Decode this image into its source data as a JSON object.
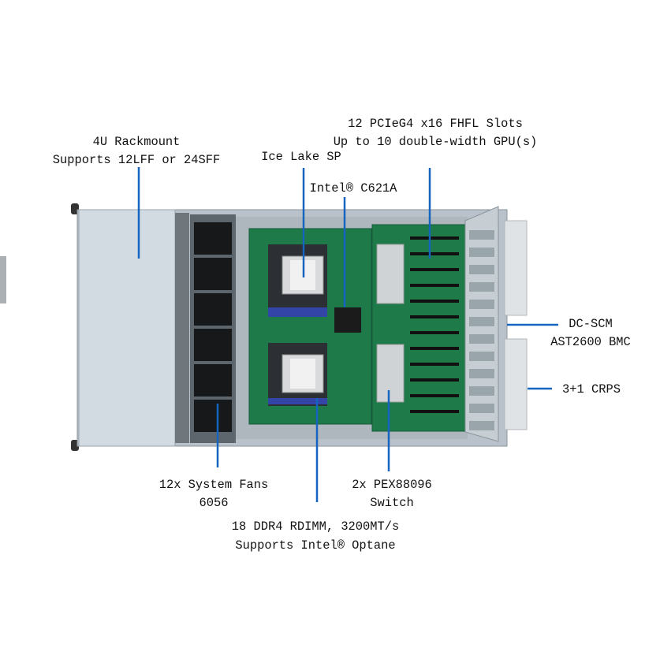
{
  "labels": {
    "rackmount": {
      "line1": "4U Rackmount",
      "line2": "Supports 12LFF or 24SFF"
    },
    "cpu": {
      "line1": "Ice Lake SP"
    },
    "chipset": {
      "line1": "Intel® C621A"
    },
    "pcie": {
      "line1": "12 PCIeG4 x16 FHFL Slots",
      "line2": "Up to 10 double-width  GPU(s)"
    },
    "bmc": {
      "line1": "DC-SCM",
      "line2": "AST2600 BMC"
    },
    "psu": {
      "line1": "3+1 CRPS"
    },
    "fans": {
      "line1": "12x System Fans",
      "line2": "6056"
    },
    "switch": {
      "line1": "2x PEX88096",
      "line2": "Switch"
    },
    "memory": {
      "line1": "18 DDR4 RDIMM, 3200MT/s",
      "line2": "Supports Intel® Optane"
    }
  },
  "colors": {
    "leader": "#1565c0",
    "pcb": "#1f7a4a",
    "chassis": "#c9d1d8"
  }
}
